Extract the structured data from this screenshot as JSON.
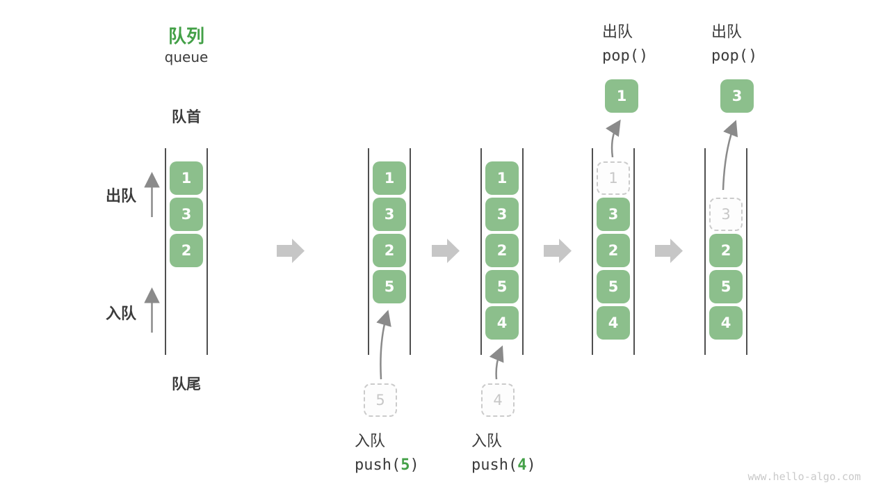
{
  "header": {
    "title_zh": "队列",
    "title_en": "queue"
  },
  "side_labels": {
    "front": "队首",
    "rear": "队尾",
    "dequeue": "出队",
    "enqueue": "入队"
  },
  "states": [
    {
      "boxes": [
        "1",
        "3",
        "2"
      ]
    },
    {
      "boxes": [
        "1",
        "3",
        "2",
        "5"
      ]
    },
    {
      "boxes": [
        "1",
        "3",
        "2",
        "5",
        "4"
      ]
    },
    {
      "removed": "1",
      "boxes": [
        "3",
        "2",
        "5",
        "4"
      ],
      "popped": "1"
    },
    {
      "removed": "3",
      "boxes": [
        "2",
        "5",
        "4"
      ],
      "popped": "3"
    }
  ],
  "operations": {
    "push5": {
      "label": "入队",
      "prefix": "push(",
      "arg": "5",
      "suffix": ")",
      "staged": "5"
    },
    "push4": {
      "label": "入队",
      "prefix": "push(",
      "arg": "4",
      "suffix": ")",
      "staged": "4"
    },
    "pop1": {
      "label": "出队",
      "code": "pop()"
    },
    "pop2": {
      "label": "出队",
      "code": "pop()"
    }
  },
  "watermark": "www.hello-algo.com",
  "colors": {
    "item_green": "#8cbf8c",
    "accent_green": "#43a047",
    "text_dark": "#3b3b3b",
    "thin_arrow_gray": "#8a8a8a",
    "block_arrow_gray": "#c6c6c6",
    "dashed_gray": "#cbcbcb"
  }
}
